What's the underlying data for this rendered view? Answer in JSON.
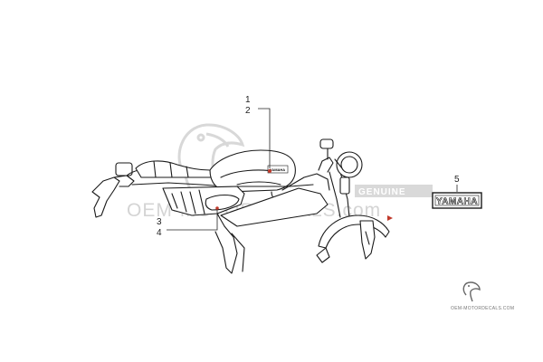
{
  "callouts": {
    "c1": "1",
    "c2": "2",
    "c3": "3",
    "c4": "4",
    "c5": "5"
  },
  "decal_label": "YAMAHA",
  "tank_badge": "YAMAHA",
  "watermark": {
    "main": "OEM-MOTORDECALS.com",
    "band": "GENUINE",
    "corner": "OEM-MOTORDECALS.COM"
  },
  "colors": {
    "line": "#1a1a1a",
    "marker": "#c0392b",
    "watermark": "#d4d4d4"
  }
}
